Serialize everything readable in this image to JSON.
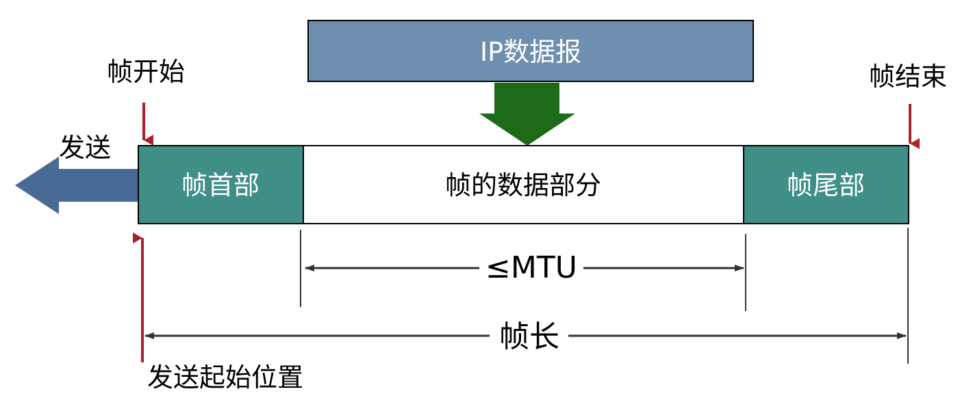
{
  "ip_datagram": {
    "label": "IP数据报",
    "color": "#6f8fb0"
  },
  "frame": {
    "header_label": "帧首部",
    "data_label": "帧的数据部分",
    "trailer_label": "帧尾部",
    "teal_color": "#3f8f86"
  },
  "markers": {
    "frame_start": "帧开始",
    "frame_end": "帧结束",
    "send": "发送",
    "send_start_position": "发送起始位置",
    "marker_color": "#a8212b"
  },
  "dimensions": {
    "mtu_label": "≤MTU",
    "frame_length_label": "帧长"
  },
  "arrows": {
    "down_arrow_color": "#1d6b18",
    "send_arrow_color": "#4a6a96"
  }
}
